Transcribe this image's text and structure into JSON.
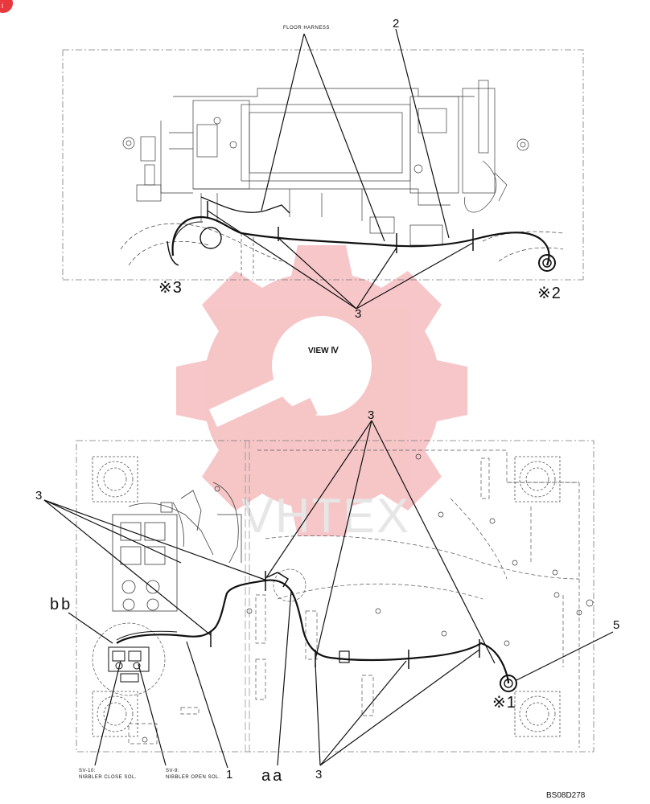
{
  "labels": {
    "floor_harness": "FLOOR HARNESS",
    "callout_2": "2",
    "callout_3_top": "3",
    "callout_3_mid": "3",
    "callout_3_left": "3",
    "callout_3_bottom": "3",
    "callout_1": "1",
    "callout_5": "5",
    "mark_3": "※3",
    "mark_2": "※2",
    "mark_1": "※1",
    "view_title": "VIEW Ⅳ",
    "bb": "bb",
    "aa": "aa",
    "sv10": "SV-10:",
    "sv10_desc": "NIBBLER CLOSE SOL.",
    "sv9": "SV-9:",
    "sv9_desc": "NIBBLER OPEN SOL.",
    "doc_code": "BS08D278"
  },
  "watermark": {
    "text": "VHTEX",
    "color": "#e8383d"
  },
  "colors": {
    "line": "#1a1a1a",
    "dash": "#555555",
    "watermark": "#f2a3a5"
  }
}
